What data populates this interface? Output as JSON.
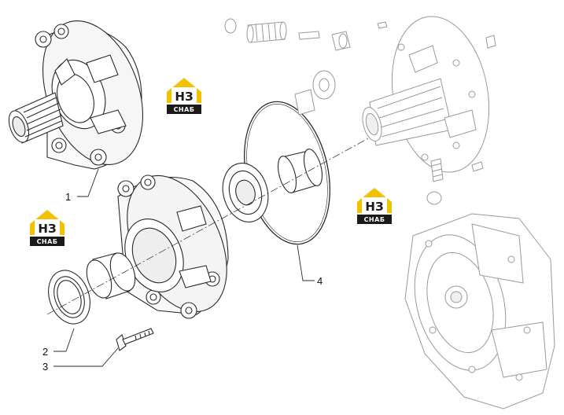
{
  "callouts": [
    {
      "number": "1"
    },
    {
      "number": "2"
    },
    {
      "number": "3"
    },
    {
      "number": "4"
    }
  ],
  "watermark": {
    "text_top": "НЗ",
    "text_bottom": "СНАБ",
    "color_roof": "#f2c200",
    "color_dark": "#1a1a1a"
  },
  "colors": {
    "line_dark": "#2a2a2a",
    "line_grey": "#9a9a9a"
  }
}
